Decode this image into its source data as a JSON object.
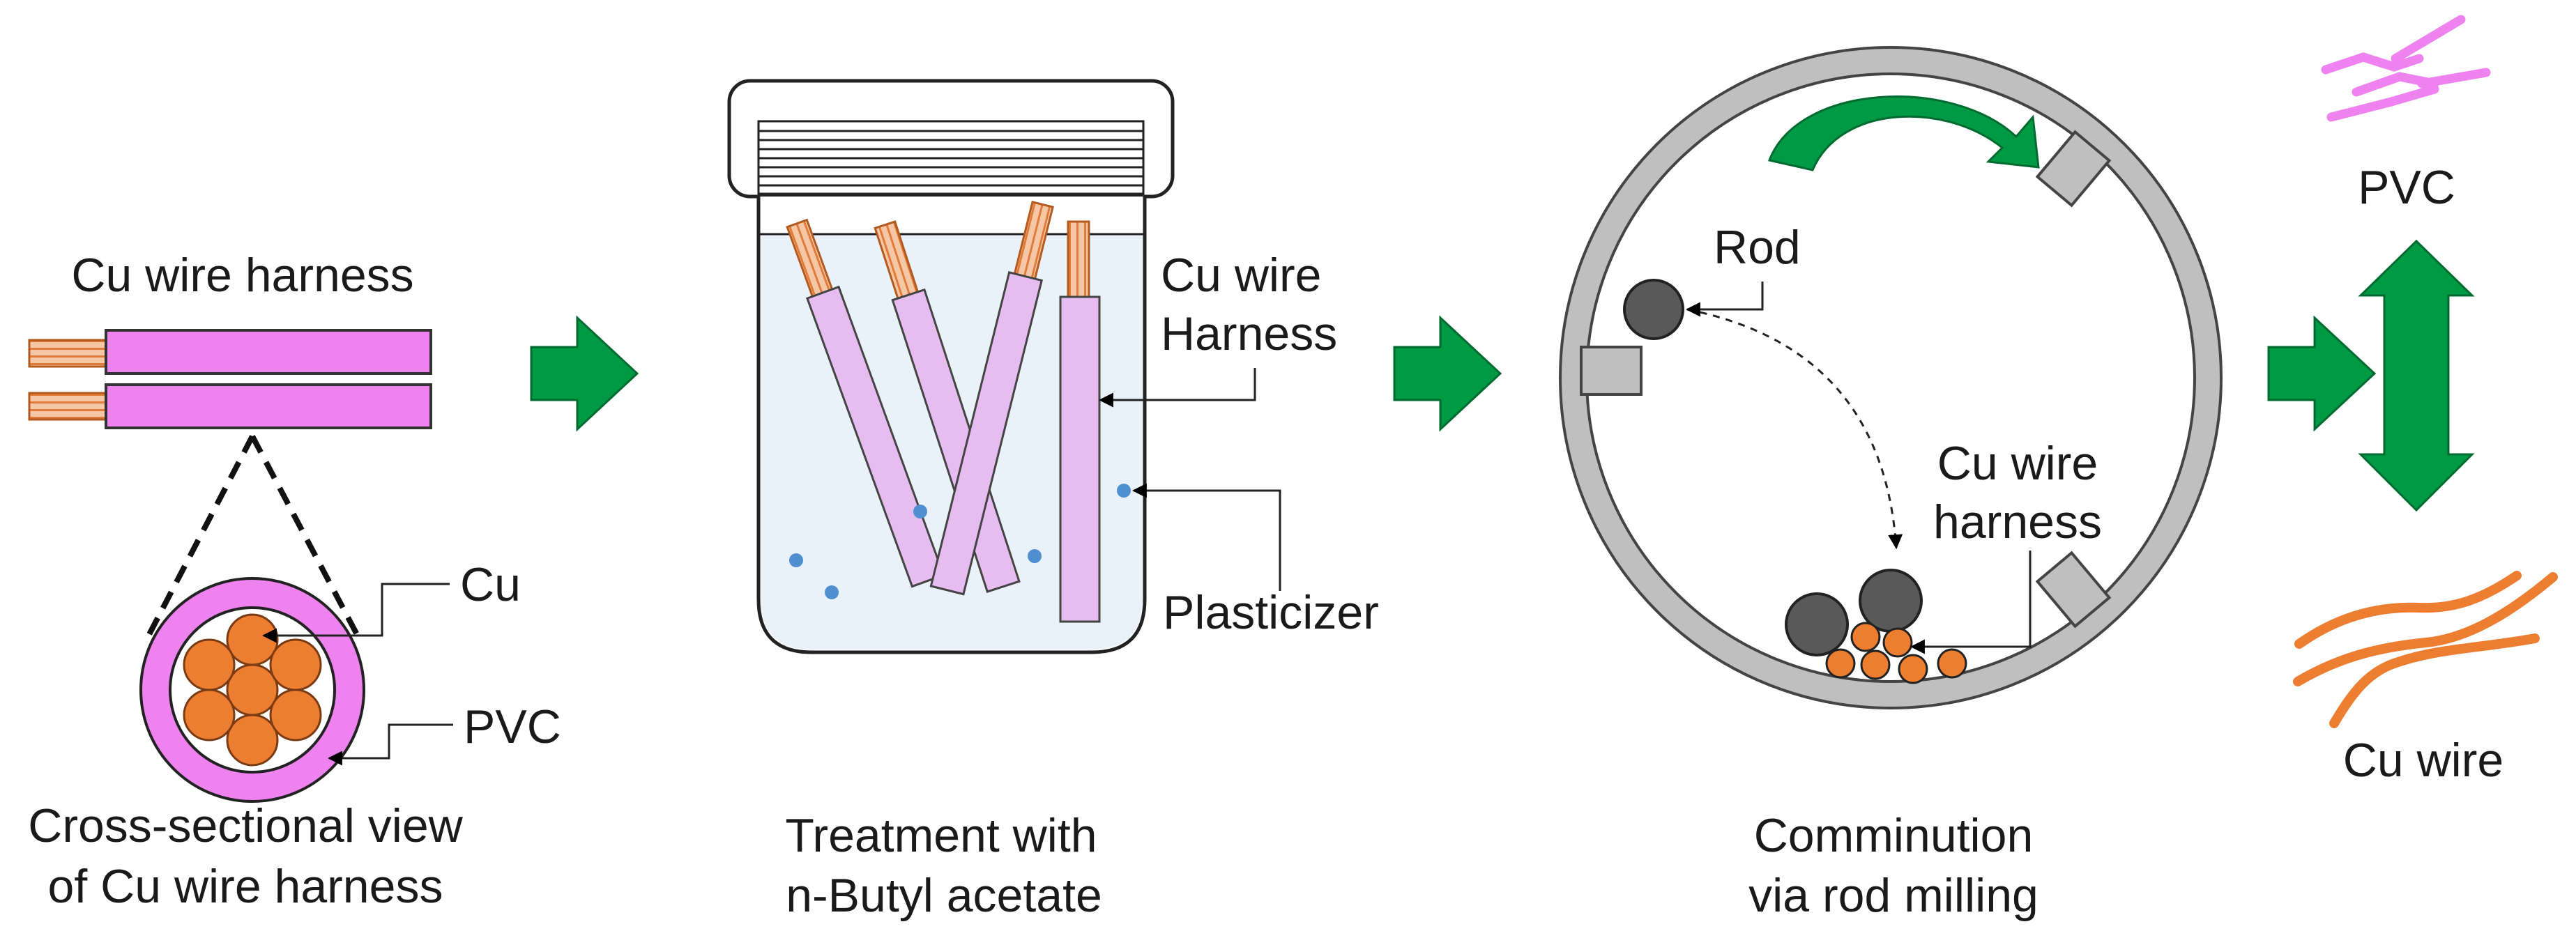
{
  "diagram": {
    "stage1": {
      "title": "Cu wire harness",
      "caption_line1": "Cross-sectional view",
      "caption_line2": "of Cu wire harness",
      "label_cu": "Cu",
      "label_pvc": "PVC"
    },
    "stage2": {
      "label_harness_line1": "Cu wire",
      "label_harness_line2": "Harness",
      "label_plasticizer": "Plasticizer",
      "caption_line1": "Treatment with",
      "caption_line2": "n-Butyl acetate"
    },
    "stage3": {
      "label_rod": "Rod",
      "label_harness_line1": "Cu wire",
      "label_harness_line2": "harness",
      "caption_line1": "Comminution",
      "caption_line2": "via rod milling"
    },
    "stage4": {
      "label_pvc": "PVC",
      "label_cu_wire": "Cu wire"
    },
    "colors": {
      "arrow_green": "#009a44",
      "pvc_pink": "#ee82ee",
      "pvc_light": "#e6bdf0",
      "copper_orange": "#ed7d31",
      "rod_gray": "#595959",
      "mill_gray": "#bfbfbf"
    }
  }
}
